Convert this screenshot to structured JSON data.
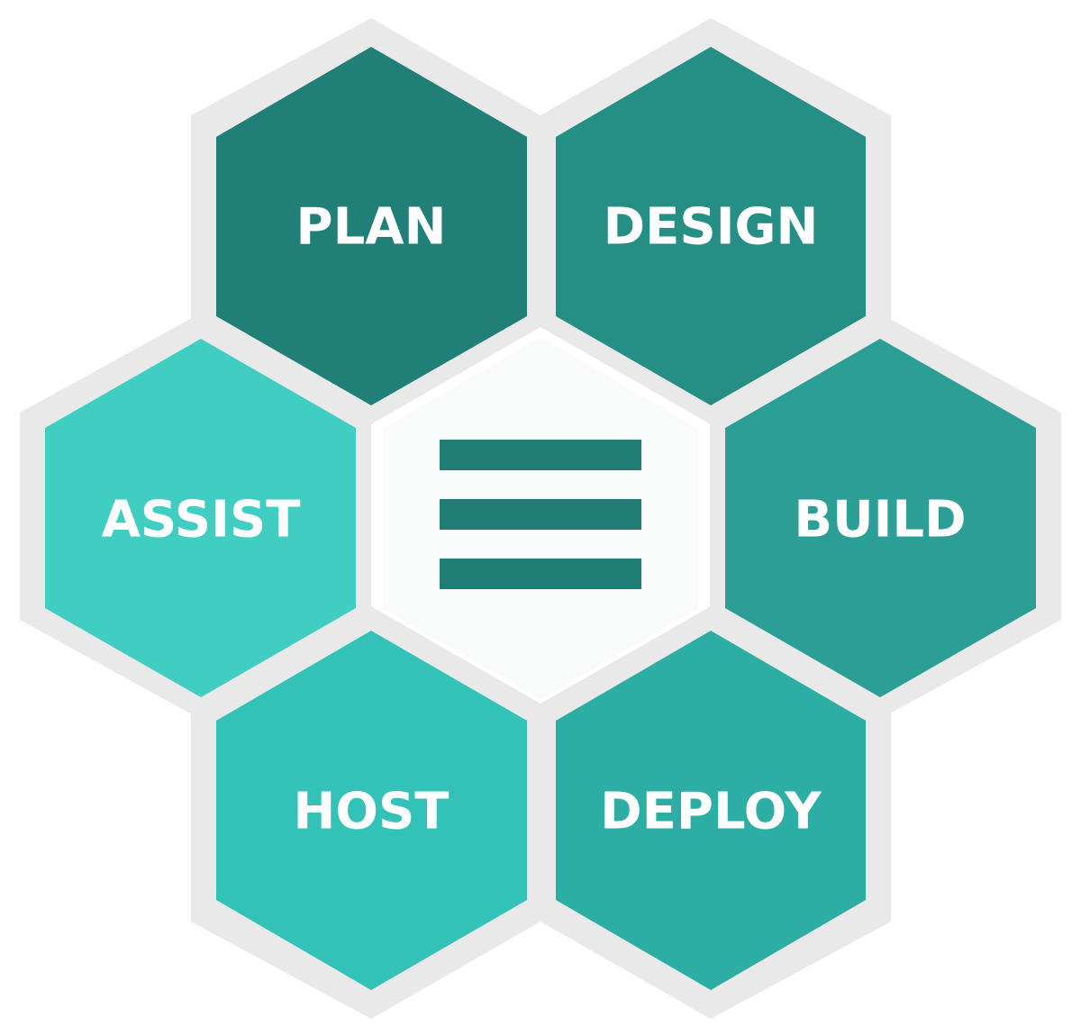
{
  "diagram": {
    "outline_color": "#e9e9e9",
    "center": {
      "fill": "#f9fafa",
      "icon": "menu-icon",
      "icon_color": "#207d76"
    },
    "hexagons": [
      {
        "key": "plan",
        "label": "PLAN",
        "fill": "#207f76"
      },
      {
        "key": "design",
        "label": "DESIGN",
        "fill": "#258f86"
      },
      {
        "key": "assist",
        "label": "ASSIST",
        "fill": "#40cec3"
      },
      {
        "key": "build",
        "label": "BUILD",
        "fill": "#2b9e95"
      },
      {
        "key": "host",
        "label": "HOST",
        "fill": "#33c2b8"
      },
      {
        "key": "deploy",
        "label": "DEPLOY",
        "fill": "#2daea4"
      }
    ]
  }
}
